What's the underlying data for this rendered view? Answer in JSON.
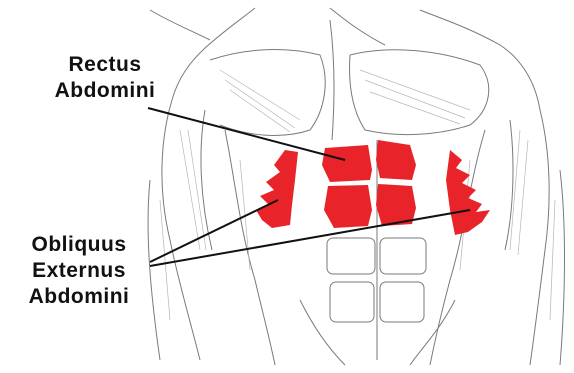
{
  "labels": {
    "rectus": {
      "line1": "Rectus",
      "line2": "Abdomini"
    },
    "obliquus": {
      "line1": "Obliquus",
      "line2": "Externus",
      "line3": "Abdomini"
    }
  },
  "colors": {
    "highlight": "#e8232a",
    "sketch": "#777777",
    "background": "#ffffff"
  }
}
